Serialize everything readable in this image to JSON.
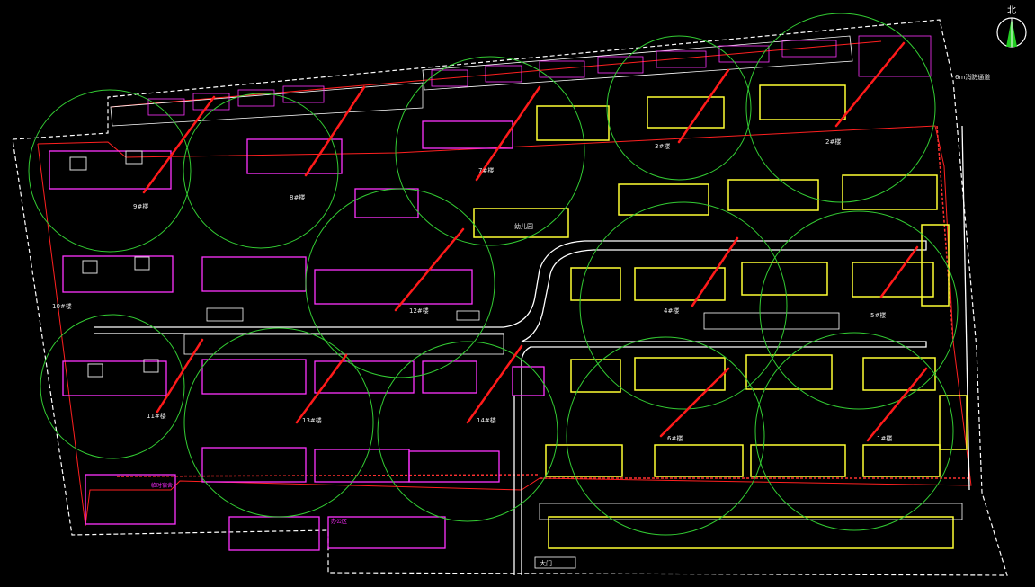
{
  "north_label": "北",
  "road_label": "6m消防通道",
  "colors": {
    "background": "#000000",
    "boundary": "#ffffff",
    "red_line": "#ff2020",
    "crane_circle": "#33cc33",
    "crane_arm": "#ff1a1a",
    "existing_building": "#ff33ff",
    "new_building": "#ffff33",
    "road": "#ffffff",
    "fence": "#ff3030"
  },
  "labels": {
    "b_west_top": "9#楼",
    "b_west_mid": "10#楼",
    "b_west_bot": "11#楼",
    "b_mid1": "8#楼",
    "b_mid2": "7#楼",
    "b_mid3": "12#楼",
    "b_mid4": "13#楼",
    "b_mid5": "14#楼",
    "b_ne1": "3#楼",
    "b_ne2": "2#楼",
    "b_ne3": "1#楼",
    "b_center": "幼儿园",
    "b_e1": "4#楼",
    "b_e2": "5#楼",
    "b_se": "6#楼",
    "sw_box": "临时宿舍",
    "gate": "大门",
    "office": "办公区"
  },
  "icons": [
    "north-arrow-icon"
  ]
}
